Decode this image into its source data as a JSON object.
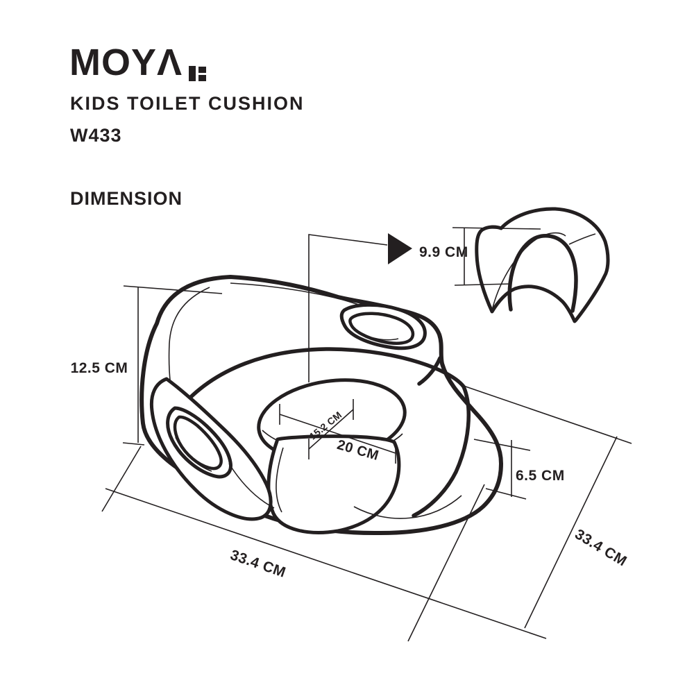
{
  "page": {
    "background": "#ffffff",
    "ink": "#231f20"
  },
  "header": {
    "brand": "MOYΛ",
    "product_title": "KIDS TOILET CUSHION",
    "model_code": "W433",
    "section_title": "DIMENSION"
  },
  "diagram": {
    "unit": "CM",
    "labels": {
      "detail_height": "9.9 CM",
      "overall_height": "12.5 CM",
      "opening_depth": "15.2 CM",
      "opening_width": "20 CM",
      "front_rim_height": "6.5 CM",
      "overall_width": "33.4 CM",
      "overall_depth": "33.4 CM"
    }
  }
}
